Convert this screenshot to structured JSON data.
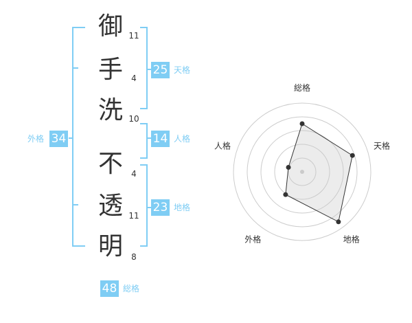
{
  "name_chars": [
    {
      "char": "御",
      "strokes": "11"
    },
    {
      "char": "手",
      "strokes": "4"
    },
    {
      "char": "洗",
      "strokes": "10"
    },
    {
      "char": "不",
      "strokes": "4"
    },
    {
      "char": "透",
      "strokes": "11"
    },
    {
      "char": "明",
      "strokes": "8"
    }
  ],
  "scores": {
    "tenkaku": {
      "value": "25",
      "label": "天格"
    },
    "jinkaku": {
      "value": "14",
      "label": "人格"
    },
    "chikaku": {
      "value": "23",
      "label": "地格"
    },
    "gaikaku": {
      "value": "34",
      "label": "外格"
    },
    "soukaku": {
      "value": "48",
      "label": "総格"
    }
  },
  "radar": {
    "axes": [
      "総格",
      "天格",
      "地格",
      "外格",
      "人格"
    ],
    "values": [
      0.7,
      0.77,
      0.9,
      0.41,
      0.21
    ]
  },
  "colors": {
    "accent": "#7fcdf4",
    "text": "#333333",
    "grid": "#cccccc"
  }
}
